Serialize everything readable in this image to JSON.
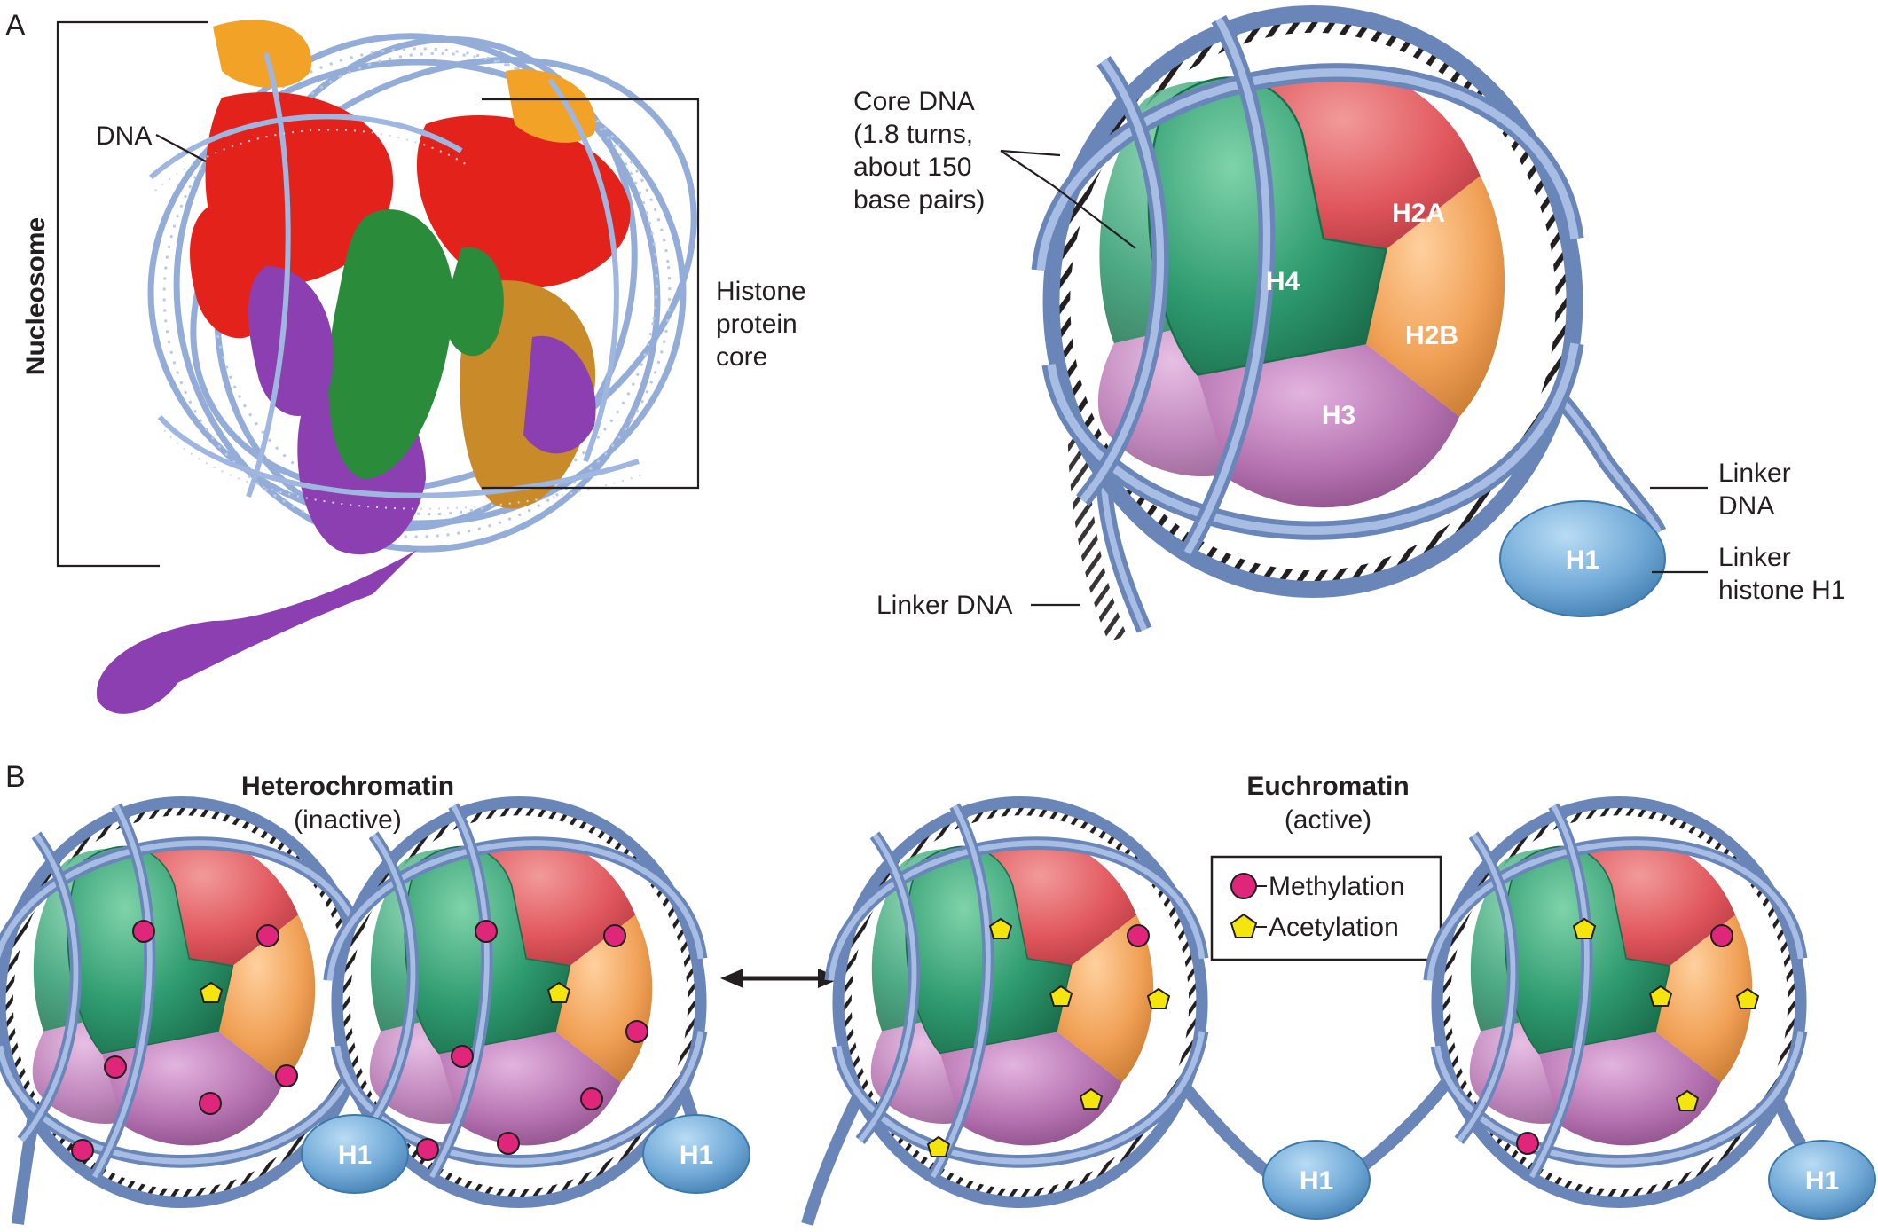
{
  "panel_a": {
    "letter": "A",
    "nucleosome_label": "Nucleosome",
    "dna_label": "DNA",
    "histone_core_label": [
      "Histone",
      "protein",
      "core"
    ],
    "core_dna_label": [
      "Core DNA",
      "(1.8 turns,",
      "about 150",
      "base pairs)"
    ],
    "histones": {
      "h2a": "H2A",
      "h2b": "H2B",
      "h3": "H3",
      "h4": "H4",
      "h1": "H1"
    },
    "linker_dna_right": [
      "Linker",
      "DNA"
    ],
    "linker_histone": [
      "Linker",
      "histone H1"
    ],
    "linker_dna_left": "Linker DNA"
  },
  "panel_b": {
    "letter": "B",
    "heterochromatin": {
      "title": "Heterochromatin",
      "subtitle": "(inactive)"
    },
    "euchromatin": {
      "title": "Euchromatin",
      "subtitle": "(active)"
    },
    "legend": {
      "methylation": "Methylation",
      "acetylation": "Acetylation"
    },
    "h1_label": "H1"
  },
  "colors": {
    "dna": "#8fa9d6",
    "h2a": "#e0565c",
    "h2b": "#f0a055",
    "h3": "#b572b0",
    "h4": "#2e9a6f",
    "h1": "#6fa8d6",
    "methylation": "#e0267a",
    "acetylation": "#f5e50f",
    "red_protein": "#e3231b",
    "green_protein": "#2a8c3a",
    "purple_protein": "#8b3fb0",
    "orange_protein": "#f2a227"
  }
}
